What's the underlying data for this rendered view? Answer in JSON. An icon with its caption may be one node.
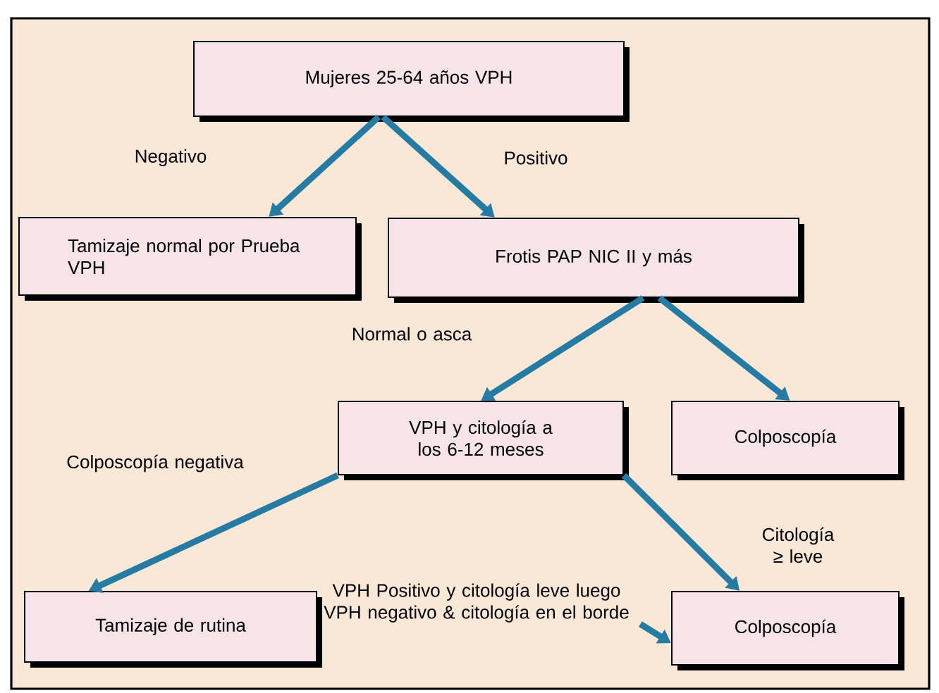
{
  "diagram": {
    "nodes": [
      {
        "text": [
          "Mujeres 25-64 años VPH"
        ]
      },
      {
        "text": [
          "Tamizaje normal por Prueba VPH"
        ]
      },
      {
        "text": [
          "Frotis PAP NIC II y más"
        ]
      },
      {
        "text": [
          "VPH y citología a los 6-12 meses"
        ]
      },
      {
        "text": [
          "Colposcopía"
        ]
      },
      {
        "text": [
          "Tamizaje de rutina"
        ]
      },
      {
        "text": [
          "Colposcopía"
        ]
      },
      {
        "text": [
          "VPH Positivo y citología leve luego VPH negativo & citología en el borde"
        ]
      }
    ],
    "edges": [
      {
        "from": 0,
        "to": 1,
        "arrow": "to",
        "label": "Negativo"
      },
      {
        "from": 0,
        "to": 2,
        "arrow": "to",
        "label": "Positivo"
      },
      {
        "from": 2,
        "to": 3,
        "arrow": "to",
        "label": "Normal o asca"
      },
      {
        "from": 2,
        "to": 4,
        "arrow": "to"
      },
      {
        "from": 3,
        "to": 5,
        "arrow": "to",
        "label": "Colposcopía negativa"
      },
      {
        "from": 3,
        "to": 6,
        "arrow": "to",
        "label": "Citología ≥ leve"
      },
      {
        "from": 7,
        "to": 6,
        "arrow": "to"
      }
    ]
  }
}
